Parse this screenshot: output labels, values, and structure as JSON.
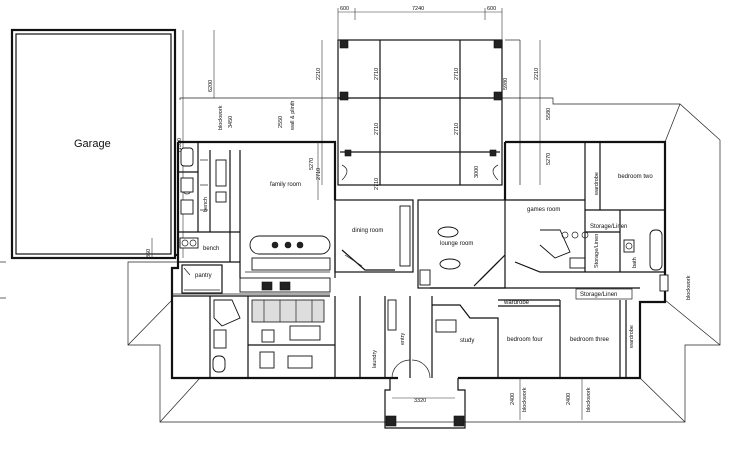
{
  "rooms": {
    "garage": "Garage",
    "family_room": "family room",
    "dining_room": "dining room",
    "lounge_room": "lounge room",
    "games_room": "games room",
    "bedroom_two": "bedroom two",
    "bedroom_three": "bedroom three",
    "bedroom_four": "bedroom four",
    "study": "study",
    "pantry": "pantry",
    "bench": "bench",
    "laundry": "laundry",
    "entry": "entry",
    "bath": "bath",
    "storage_linen_upper": "Storage/Linen",
    "storage_linen_lower": "Storage/Linen",
    "wardrobe_a": "wardrobe",
    "wardrobe_b": "wardrobe",
    "wardrobe_c": "wardrobe"
  },
  "dimensions": {
    "top_left": "600",
    "top_mid": "7240",
    "top_right": "600",
    "left_a": "2210",
    "left_b": "2710",
    "left_c": "2710",
    "left_d": "2710",
    "right_a": "2210",
    "right_b": "2710",
    "right_c": "2710",
    "mid_a": "5980",
    "mid_b": "3000",
    "right_far": "5580",
    "right_far_b": "5270",
    "garage_height": "11550",
    "garage_side": "6200",
    "fam_left_a": "3450",
    "fam_left_b": "2550",
    "fam_right": "5270",
    "garage_bottom": "860",
    "porch_width": "3320",
    "bottom_a": "2400",
    "bottom_b": "2400"
  }
}
